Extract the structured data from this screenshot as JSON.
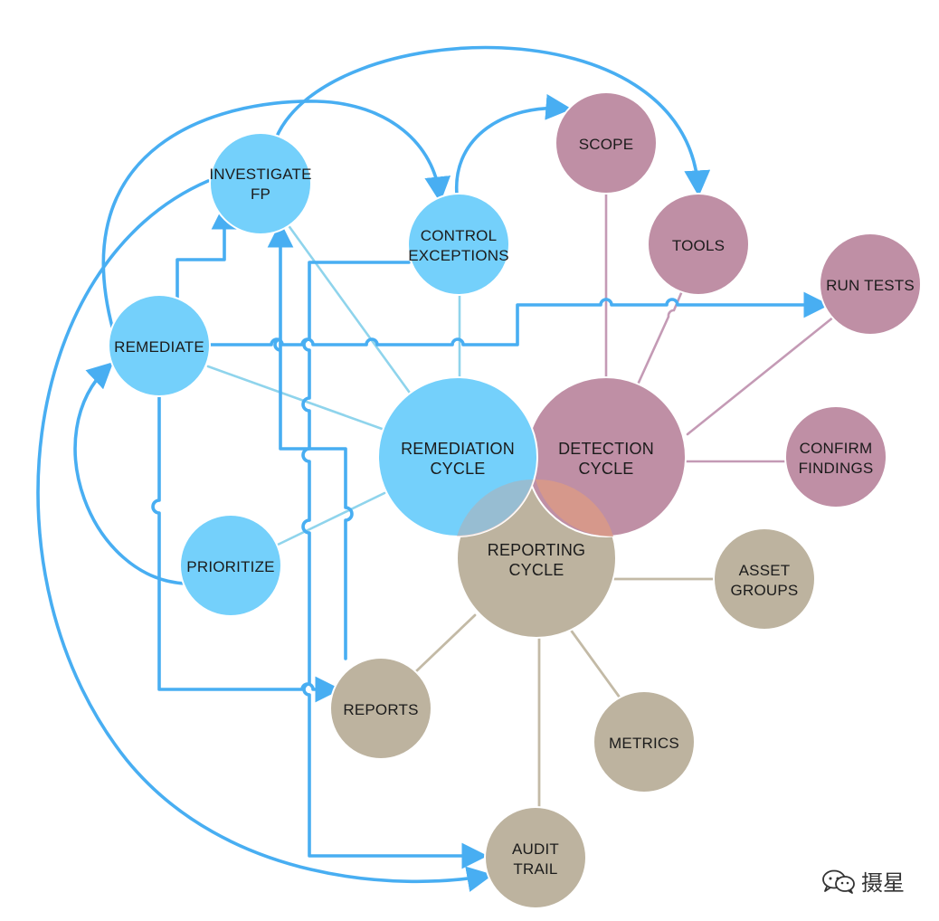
{
  "colors": {
    "blue": "#74d0fb",
    "pink": "#bf8fa5",
    "tan": "#bdb39f",
    "arrow": "#48aef2",
    "overlap": "#d99a86"
  },
  "nodes": {
    "scope": [
      "SCOPE"
    ],
    "tools": [
      "TOOLS"
    ],
    "run_tests": [
      "RUN TESTS"
    ],
    "investigate_fp": [
      "INVESTIGATE",
      "FP"
    ],
    "control_exceptions": [
      "CONTROL",
      "EXCEPTIONS"
    ],
    "remediate": [
      "REMEDIATE"
    ],
    "remediation_cycle": [
      "REMEDIATION",
      "CYCLE"
    ],
    "detection_cycle": [
      "DETECTION",
      "CYCLE"
    ],
    "confirm_findings": [
      "CONFIRM",
      "FINDINGS"
    ],
    "reporting_cycle": [
      "REPORTING",
      "CYCLE"
    ],
    "prioritize": [
      "PRIORITIZE"
    ],
    "asset_groups": [
      "ASSET",
      "GROUPS"
    ],
    "reports": [
      "REPORTS"
    ],
    "metrics": [
      "METRICS"
    ],
    "audit_trail": [
      "AUDIT",
      "TRAIL"
    ]
  },
  "watermark": {
    "icon": "wechat-icon",
    "text": "摄星"
  }
}
